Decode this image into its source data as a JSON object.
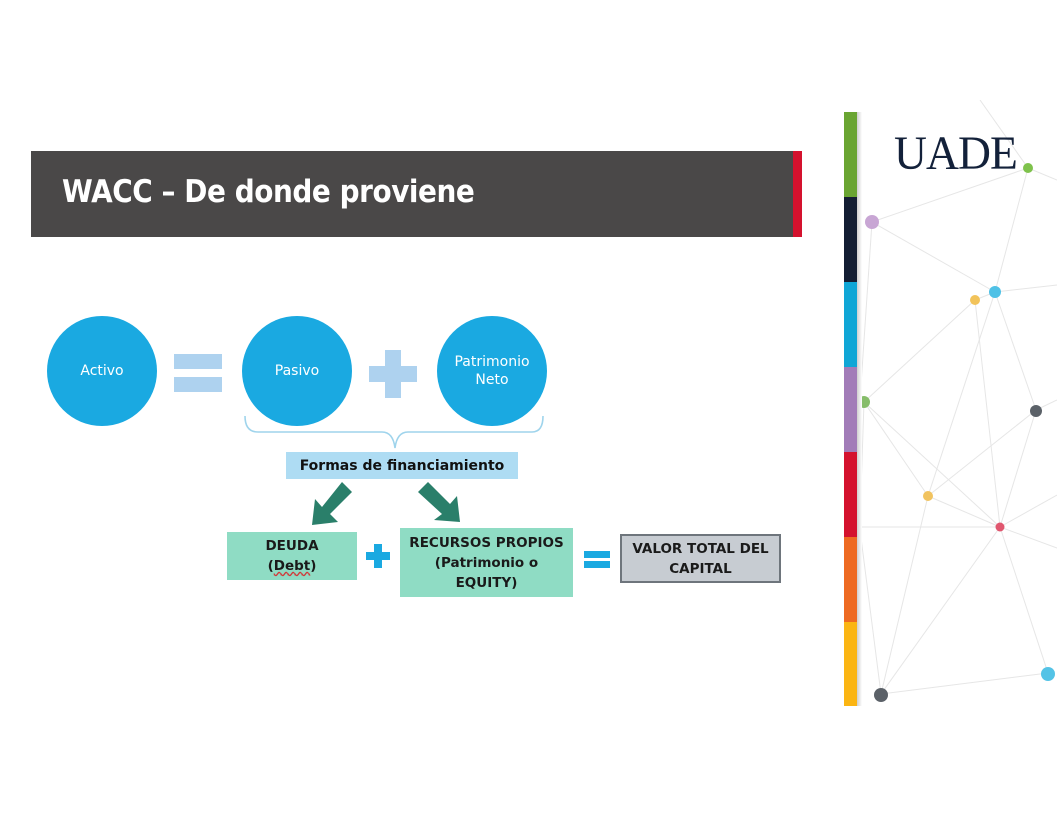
{
  "slide": {
    "title": "WACC – De donde proviene",
    "logo_text": "UADE",
    "colors": {
      "header_bg": "#4a4848",
      "header_accent": "#d4122e",
      "circle": "#1aa9e1",
      "operator_light": "#aed2ef",
      "operator_dark": "#1aa9e1",
      "teal_box": "#8fdcc4",
      "grey_box": "#c7ccd2",
      "arrow": "#2a7f6a",
      "logo": "#13213a"
    },
    "equation": {
      "left": "Activo",
      "operator_equals": "=",
      "right_1": "Pasivo",
      "operator_plus": "+",
      "right_2_line1": "Patrimonio",
      "right_2_line2": "Neto"
    },
    "financing_label": "Formas de financiamiento",
    "capital_equation": {
      "debt_line1": "DEUDA",
      "debt_line2_open": "(",
      "debt_line2_word": "Debt",
      "debt_line2_close": ")",
      "plus": "+",
      "equity_line1": "RECURSOS PROPIOS",
      "equity_line2": "(Patrimonio o",
      "equity_line3": "EQUITY)",
      "equals": "=",
      "total_line1": "VALOR TOTAL DEL",
      "total_line2": "CAPITAL"
    },
    "side_stripe_colors": [
      "#6aa532",
      "#141e33",
      "#0fa6d6",
      "#a27cb8",
      "#d4122e",
      "#ee6a22",
      "#fbb513"
    ],
    "network_dots": [
      {
        "color": "#7ec24b",
        "name": "green"
      },
      {
        "color": "#c8a6d4",
        "name": "purple"
      },
      {
        "color": "#f2c35a",
        "name": "yellow"
      },
      {
        "color": "#4fc1e6",
        "name": "blue"
      },
      {
        "color": "#86bd6a",
        "name": "green"
      },
      {
        "color": "#5b6168",
        "name": "dark-grey"
      },
      {
        "color": "#f1c35f",
        "name": "yellow"
      },
      {
        "color": "#e0576f",
        "name": "pink"
      },
      {
        "color": "#54c3e6",
        "name": "blue"
      },
      {
        "color": "#5b6168",
        "name": "dark-grey"
      }
    ]
  }
}
